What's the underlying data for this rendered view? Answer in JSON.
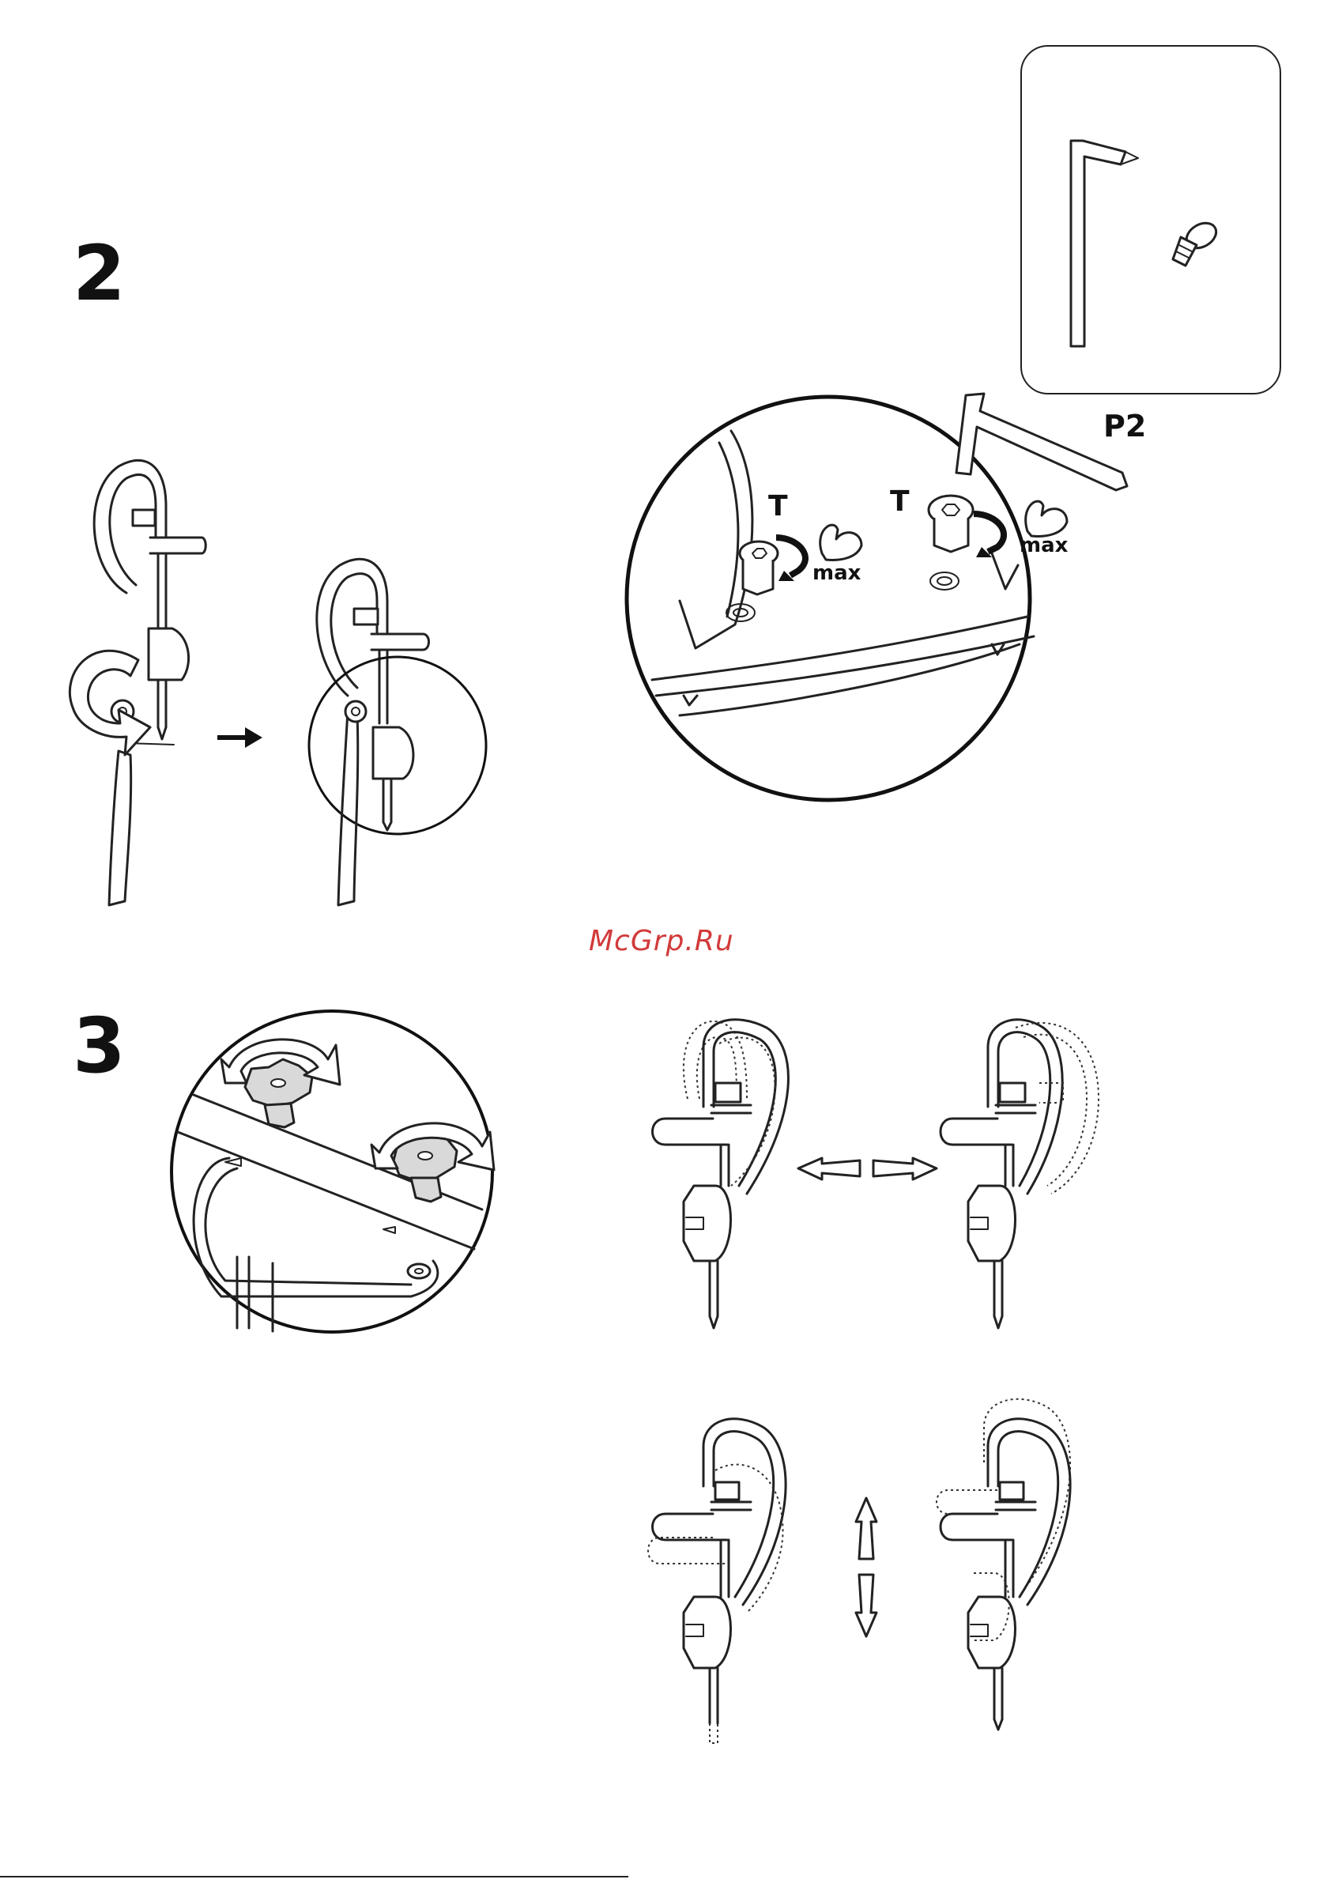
{
  "steps": [
    {
      "number": "2"
    },
    {
      "number": "3"
    }
  ],
  "parts": {
    "part_label": "P2"
  },
  "torque": {
    "letter": "T",
    "max_label": "max"
  },
  "watermark": "McGrp.Ru",
  "icons": [
    "allen-key-icon",
    "screw-icon",
    "rotate-arrow-icon",
    "next-arrow-icon",
    "double-arrow-horizontal-icon",
    "double-arrow-vertical-icon",
    "strength-arm-icon"
  ]
}
